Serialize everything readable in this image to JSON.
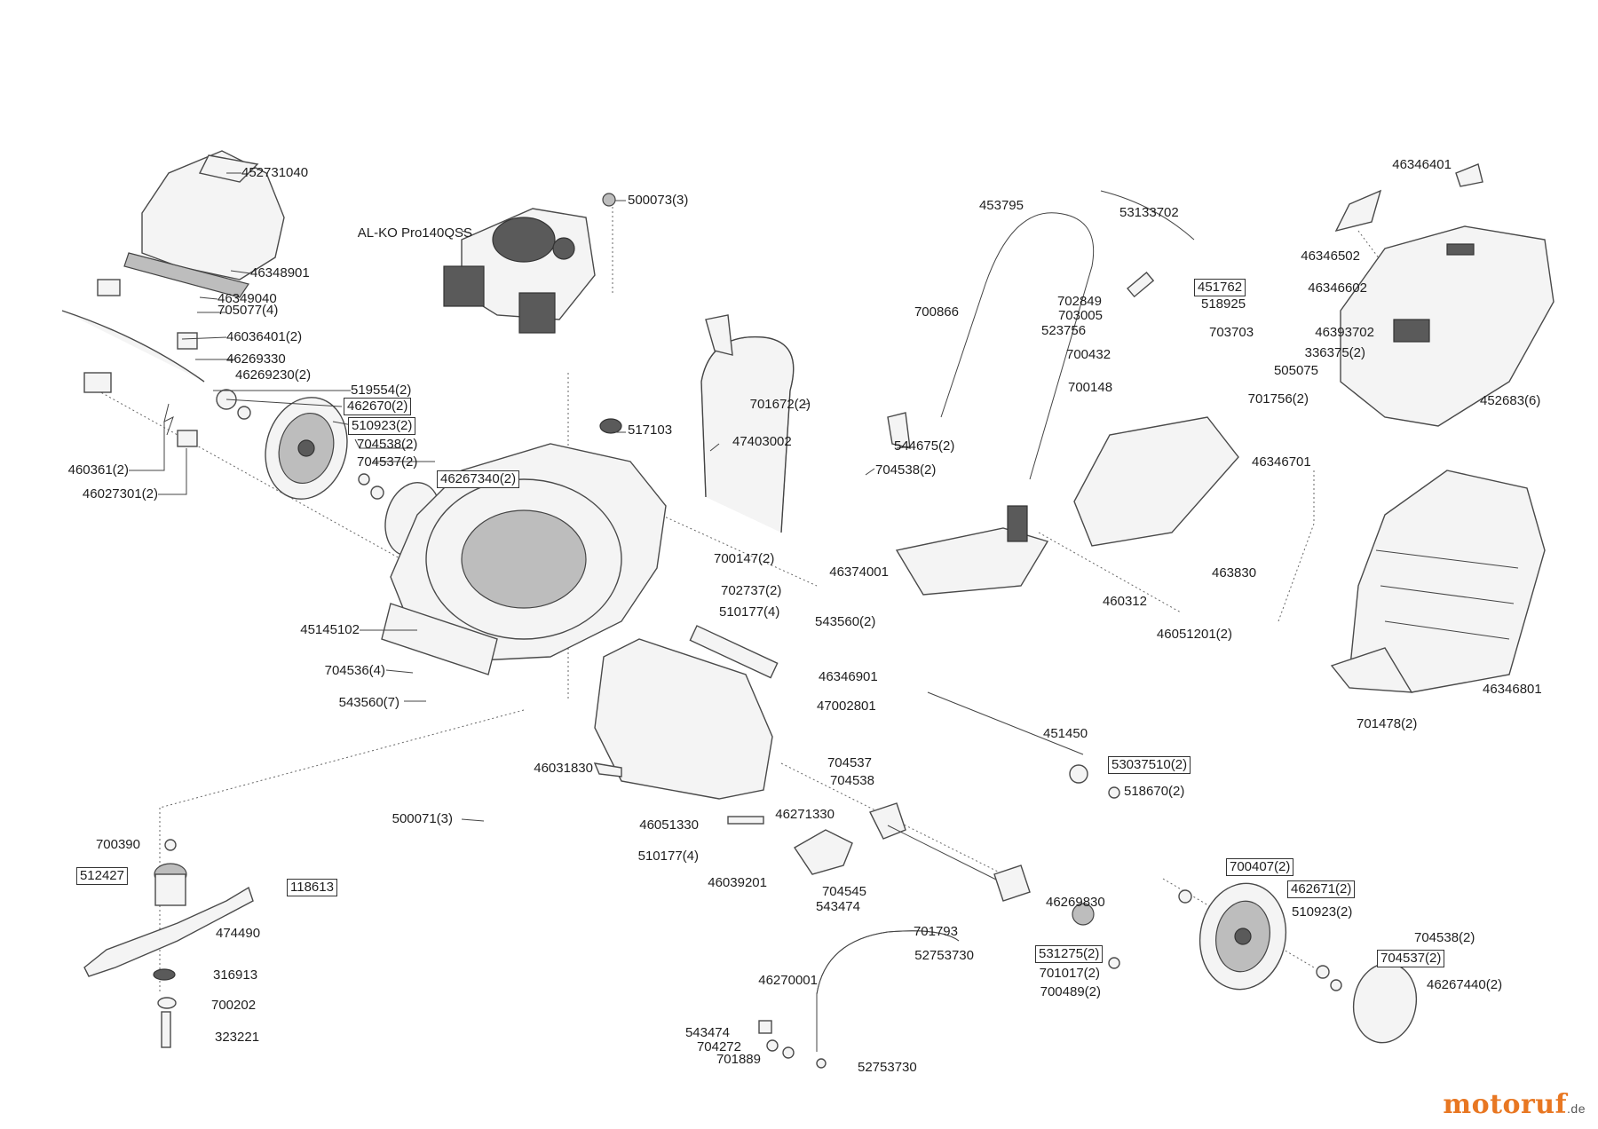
{
  "labels": [
    {
      "text": "452731040"
    },
    {
      "text": "46348901"
    },
    {
      "text": "46349040"
    },
    {
      "text": "705077(4)"
    },
    {
      "text": "46036401(2)"
    },
    {
      "text": "46269330"
    },
    {
      "text": "46269230(2)"
    },
    {
      "text": "519554(2)"
    },
    {
      "text": "462670(2)"
    },
    {
      "text": "510923(2)"
    },
    {
      "text": "704538(2)"
    },
    {
      "text": "704537(2)"
    },
    {
      "text": "46267340(2)"
    },
    {
      "text": "460361(2)"
    },
    {
      "text": "46027301(2)"
    },
    {
      "text": "AL-KO Pro140QSS"
    },
    {
      "text": "500073(3)"
    },
    {
      "text": "517103"
    },
    {
      "text": "45145102"
    },
    {
      "text": "704536(4)"
    },
    {
      "text": "543560(7)"
    },
    {
      "text": "500071(3)"
    },
    {
      "text": "47403002"
    },
    {
      "text": "701672(2)"
    },
    {
      "text": "544675(2)"
    },
    {
      "text": "704538(2)"
    },
    {
      "text": "700147(2)"
    },
    {
      "text": "702737(2)"
    },
    {
      "text": "510177(4)"
    },
    {
      "text": "543560(2)"
    },
    {
      "text": "46346901"
    },
    {
      "text": "47002801"
    },
    {
      "text": "46031830"
    },
    {
      "text": "46051330"
    },
    {
      "text": "510177(4)"
    },
    {
      "text": "453795"
    },
    {
      "text": "53133702"
    },
    {
      "text": "700866"
    },
    {
      "text": "702849"
    },
    {
      "text": "451762"
    },
    {
      "text": "518925"
    },
    {
      "text": "703005"
    },
    {
      "text": "523756"
    },
    {
      "text": "703703"
    },
    {
      "text": "700432"
    },
    {
      "text": "700148"
    },
    {
      "text": "46346701"
    },
    {
      "text": "46374001"
    },
    {
      "text": "463830"
    },
    {
      "text": "460312"
    },
    {
      "text": "46051201(2)"
    },
    {
      "text": "46346401"
    },
    {
      "text": "46346502"
    },
    {
      "text": "46346602"
    },
    {
      "text": "46393702"
    },
    {
      "text": "336375(2)"
    },
    {
      "text": "505075"
    },
    {
      "text": "701756(2)"
    },
    {
      "text": "452683(6)"
    },
    {
      "text": "46346801"
    },
    {
      "text": "701478(2)"
    },
    {
      "text": "451450"
    },
    {
      "text": "53037510(2)"
    },
    {
      "text": "518670(2)"
    },
    {
      "text": "704537"
    },
    {
      "text": "704538"
    },
    {
      "text": "46271330"
    },
    {
      "text": "46039201"
    },
    {
      "text": "704545"
    },
    {
      "text": "543474"
    },
    {
      "text": "46269830"
    },
    {
      "text": "701793"
    },
    {
      "text": "52753730"
    },
    {
      "text": "531275(2)"
    },
    {
      "text": "701017(2)"
    },
    {
      "text": "700489(2)"
    },
    {
      "text": "46270001"
    },
    {
      "text": "543474"
    },
    {
      "text": "704272"
    },
    {
      "text": "701889"
    },
    {
      "text": "52753730"
    },
    {
      "text": "700407(2)"
    },
    {
      "text": "462671(2)"
    },
    {
      "text": "510923(2)"
    },
    {
      "text": "704538(2)"
    },
    {
      "text": "704537(2)"
    },
    {
      "text": "46267440(2)"
    },
    {
      "text": "700390"
    },
    {
      "text": "512427"
    },
    {
      "text": "118613"
    },
    {
      "text": "474490"
    },
    {
      "text": "316913"
    },
    {
      "text": "700202"
    },
    {
      "text": "323221"
    }
  ],
  "watermark": {
    "name": "motoruf",
    "tld": ".de"
  },
  "colors": {
    "stroke": "#4a4a4a",
    "text": "#1e1e1e",
    "brand_m": "#e87722",
    "brand_o": "#3a6fb0"
  }
}
